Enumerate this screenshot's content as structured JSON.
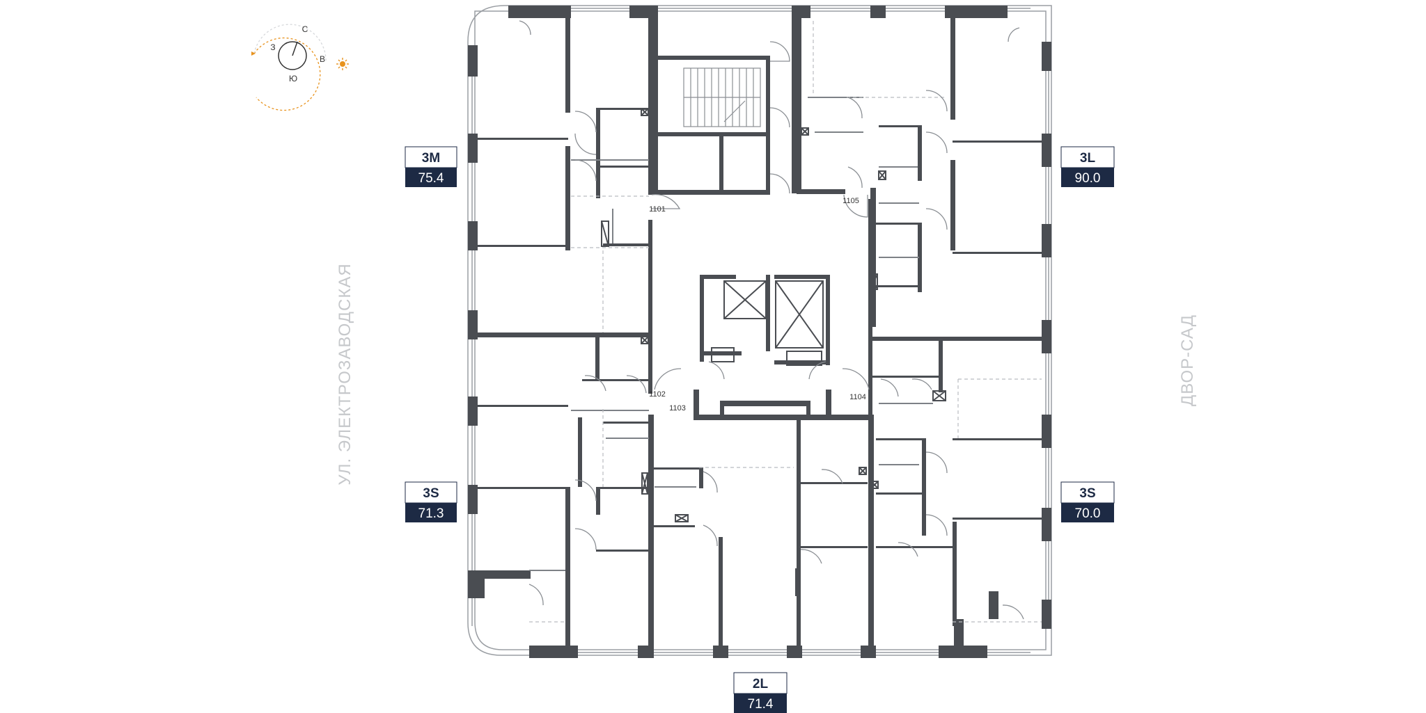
{
  "compass": {
    "north": "С",
    "south": "Ю",
    "west": "З",
    "east": "В",
    "sun_icon": "sun-icon"
  },
  "streets": {
    "left": "УЛ. ЭЛЕКТРОЗАВОДСКАЯ",
    "right": "ДВОР-САД"
  },
  "units": [
    {
      "id": "3m",
      "type": "3M",
      "area": "75.4"
    },
    {
      "id": "3l",
      "type": "3L",
      "area": "90.0"
    },
    {
      "id": "3s-left",
      "type": "3S",
      "area": "71.3"
    },
    {
      "id": "3s-right",
      "type": "3S",
      "area": "70.0"
    },
    {
      "id": "2l",
      "type": "2L",
      "area": "71.4"
    }
  ],
  "room_numbers": [
    "1101",
    "1102",
    "1103",
    "1104",
    "1105"
  ],
  "colors": {
    "wall": "#4a4d52",
    "badge": "#1d2a44",
    "sun": "#e8931e"
  }
}
